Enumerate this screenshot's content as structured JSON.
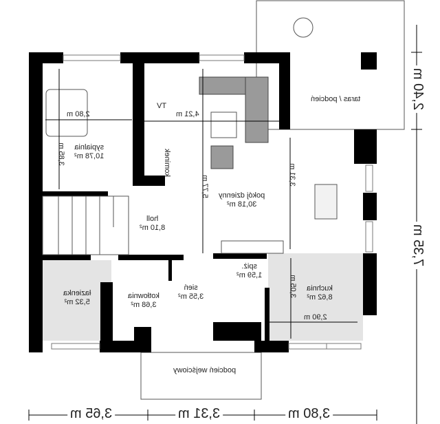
{
  "rooms": {
    "bedroom": {
      "name": "sypialnia",
      "area": "10,78 m²"
    },
    "living": {
      "name": "pokój dzienny",
      "area": "30,18 m²"
    },
    "hall": {
      "name": "holl",
      "area": "8,10 m²"
    },
    "bathroom": {
      "name": "łazienka",
      "area": "5,32 m²"
    },
    "boiler": {
      "name": "kotłownia",
      "area": "3,68 m²"
    },
    "vestibule": {
      "name": "sień",
      "area": "3,55 m²"
    },
    "pantry": {
      "name": "spiż.",
      "area": "1,59 m²"
    },
    "kitchen": {
      "name": "kuchnia",
      "area": "8,62 m²"
    },
    "terrace": {
      "name": "taras / podcień"
    },
    "porch": {
      "name": "podcień wejściowy"
    },
    "fireplace": {
      "name": "kominek"
    },
    "tv": {
      "name": "TV"
    }
  },
  "inner_dimensions": {
    "bedroom_width": "2,80 m",
    "bedroom_depth": "3,85 m",
    "living_width": "4,21 m",
    "living_depth": "5,77 m",
    "dining_depth": "3,31 m",
    "kitchen_depth": "3,05 m",
    "kitchen_width": "2,90 m"
  },
  "outer_dimensions": {
    "bottom": [
      "3,65 m",
      "3,31 m",
      "3,80 m"
    ],
    "right": [
      "2,40 m",
      "7,35 m"
    ]
  },
  "colors": {
    "wall": "#000000",
    "furniture": "#9a9a9a",
    "floor_tile": "#e4e4e4"
  }
}
